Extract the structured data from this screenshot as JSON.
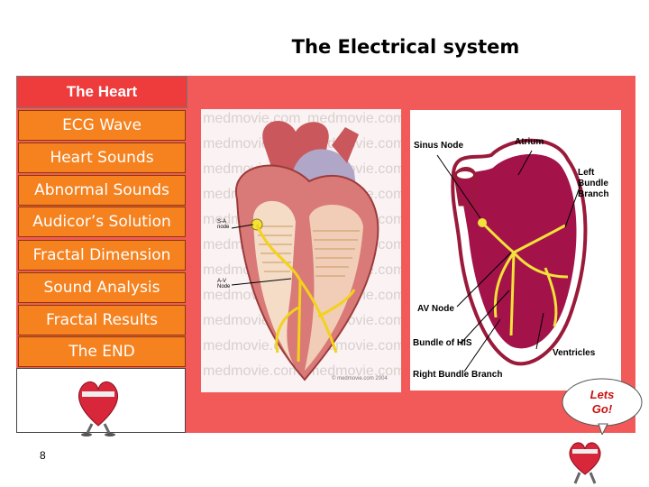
{
  "title": "The Electrical system",
  "nav": {
    "top": "The Heart",
    "items": [
      "ECG Wave",
      "Heart Sounds",
      "Abnormal Sounds",
      "Audicor’s Solution",
      "Fractal Dimension",
      "Sound Analysis",
      "Fractal Results",
      "The END"
    ]
  },
  "watermark": "medmovie.com",
  "left_image": {
    "labels": {
      "sa": "S-A node",
      "av": "A-V Node"
    },
    "credit": "© medmovie.com 2004"
  },
  "right_image": {
    "labels": {
      "sinus": "Sinus Node",
      "atrium": "Atrium",
      "left_bundle": "Left Bundle Branch",
      "av_node": "AV Node",
      "bundle_his": "Bundle of HIS",
      "right_bundle": "Right Bundle Branch",
      "ventricles": "Ventricles"
    }
  },
  "bubble": {
    "line1": "Lets",
    "line2": "Go!"
  },
  "page_number": "8",
  "colors": {
    "panel": "#f25a5a",
    "nav_top": "#ee3b3b",
    "nav_item": "#f5821f",
    "bubble_text": "#cc1111"
  }
}
